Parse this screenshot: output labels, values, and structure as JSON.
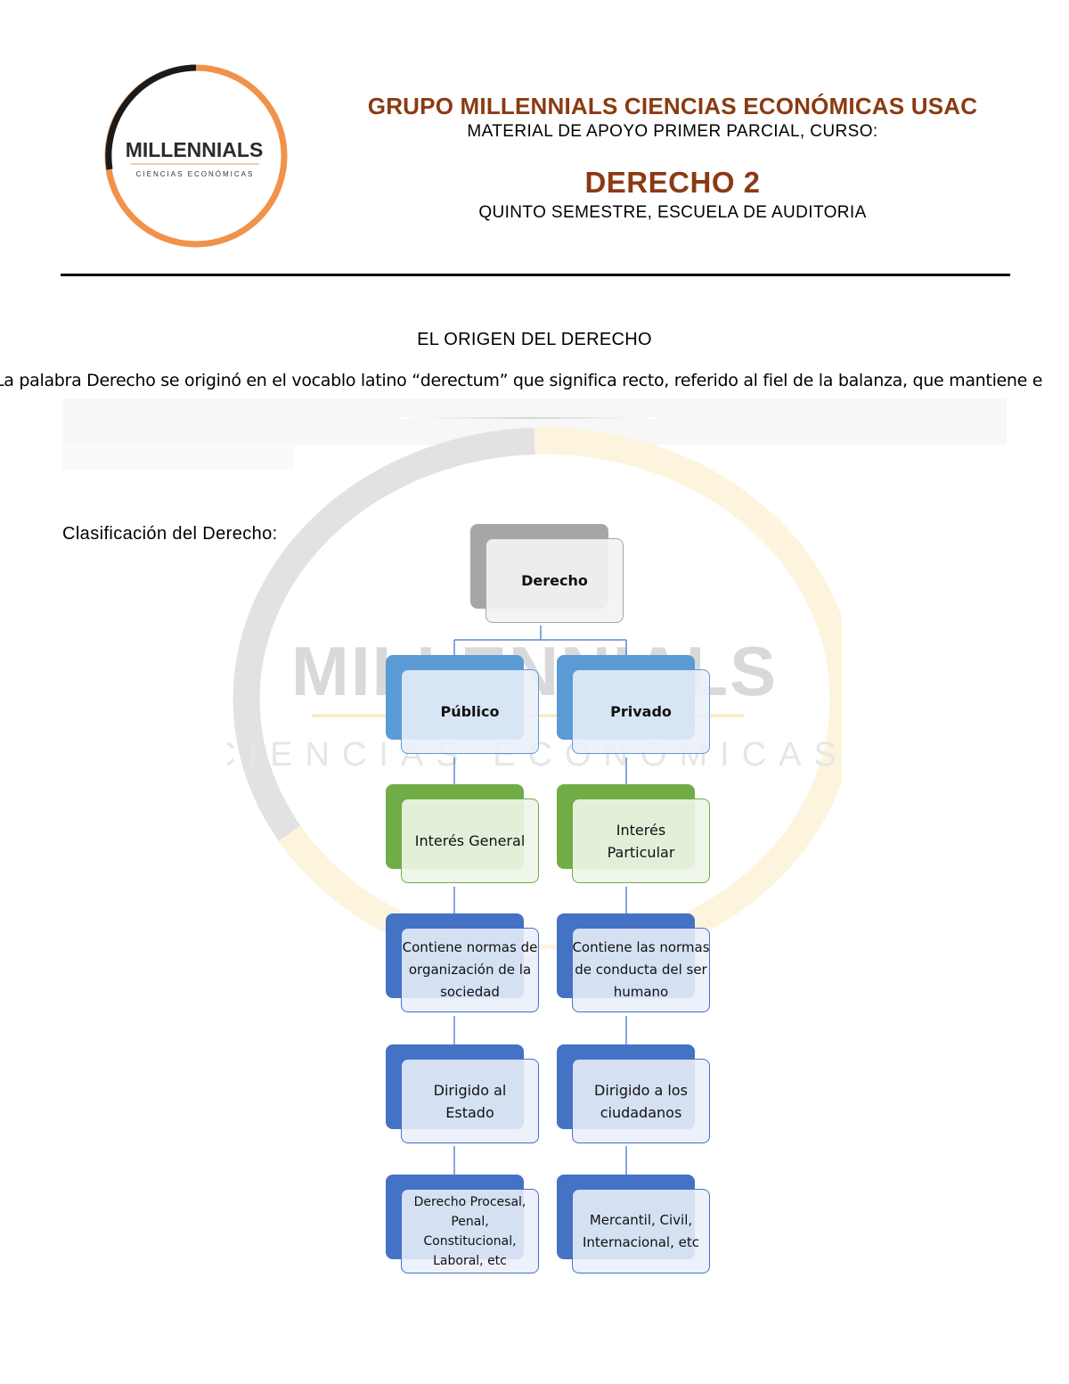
{
  "header": {
    "logo": {
      "name": "MILLENNIALS",
      "tagline": "CIENCIAS ECONÓMICAS"
    },
    "group": "GRUPO MILLENNIALS CIENCIAS ECONÓMICAS USAC",
    "material": "MATERIAL DE APOYO PRIMER PARCIAL, CURSO:",
    "course": "DERECHO 2",
    "semester": "QUINTO SEMESTRE, ESCUELA DE AUDITORIA"
  },
  "section_title": "EL ORIGEN DEL DERECHO",
  "intro": "La palabra Derecho se originó en el vocablo latino “derectum” que significa recto, referido al fiel de la balanza, que mantiene e",
  "classification_title": "Clasificación del Derecho:",
  "watermark": {
    "name": "MILLENNIALS",
    "tagline": "CIENCIAS ECONÓMICAS"
  },
  "diagram": {
    "root": "Derecho",
    "left": [
      "Público",
      "Interés General",
      "Contiene normas de organización de la sociedad",
      "Dirigido al Estado",
      "Derecho Procesal, Penal, Constitucional, Laboral, etc"
    ],
    "right": [
      "Privado",
      "Interés Particular",
      "Contiene las normas de conducta del ser humano",
      "Dirigido a los ciudadanos",
      "Mercantil, Civil, Internacional, etc"
    ]
  },
  "colors": {
    "brand_brown": "#8b3a12",
    "logo_orange": "#f0924a",
    "root_back": "#a6a6a6",
    "level1_back": "#5b9bd5",
    "level2_back": "#70ad47",
    "deep_back": "#4472c4"
  }
}
